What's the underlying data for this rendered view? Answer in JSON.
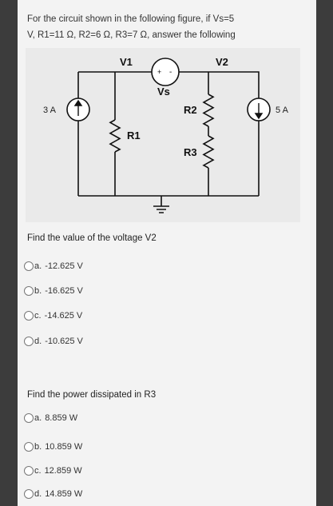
{
  "question_text": [
    "For the circuit shown in the following figure, if Vs=5",
    "V, R1=11 Ω, R2=6 Ω, R3=7 Ω, answer the following"
  ],
  "circuit": {
    "node_v1": "V1",
    "node_v2": "V2",
    "source_left_label": "3 A",
    "source_right_label": "5 A",
    "vs_label": "Vs",
    "vs_plus": "+",
    "vs_minus": "-",
    "r1_label": "R1",
    "r2_label": "R2",
    "r3_label": "R3"
  },
  "question1": {
    "prompt": "Find the value of the voltage V2",
    "options": [
      {
        "letter": "a.",
        "text": "-12.625 V"
      },
      {
        "letter": "b.",
        "text": "-16.625 V"
      },
      {
        "letter": "c.",
        "text": "-14.625 V"
      },
      {
        "letter": "d.",
        "text": "-10.625 V"
      }
    ]
  },
  "question2": {
    "prompt": "Find the power dissipated in R3",
    "options": [
      {
        "letter": "a.",
        "text": "8.859 W"
      },
      {
        "letter": "b.",
        "text": "10.859 W"
      },
      {
        "letter": "c.",
        "text": "12.859 W"
      },
      {
        "letter": "d.",
        "text": "14.859 W"
      }
    ]
  }
}
